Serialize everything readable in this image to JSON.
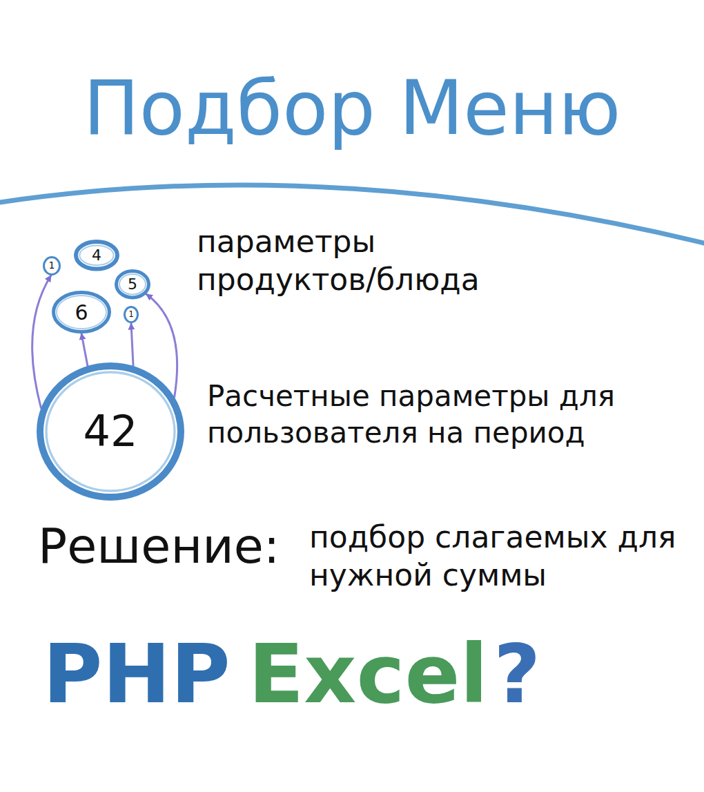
{
  "diagram": {
    "title": "Подбор Меню",
    "nodes": [
      {
        "text": [
          "1"
        ]
      },
      {
        "text": [
          "4"
        ]
      },
      {
        "text": [
          "5"
        ]
      },
      {
        "text": [
          "6"
        ]
      },
      {
        "text": [
          "1"
        ]
      },
      {
        "text": [
          "42"
        ]
      }
    ],
    "edges": [
      {
        "from": 5,
        "to": 0,
        "arrow": "to"
      },
      {
        "from": 5,
        "to": 3,
        "arrow": "to"
      },
      {
        "from": 5,
        "to": 4,
        "arrow": "to"
      },
      {
        "from": 5,
        "to": 2,
        "arrow": "to"
      }
    ],
    "labels": [
      "параметры продуктов/блюда",
      "Расчетные параметры для пользователя на период",
      "Решение:",
      "подбор слагаемых для нужной суммы",
      "PHP",
      "Excel",
      "?"
    ]
  }
}
